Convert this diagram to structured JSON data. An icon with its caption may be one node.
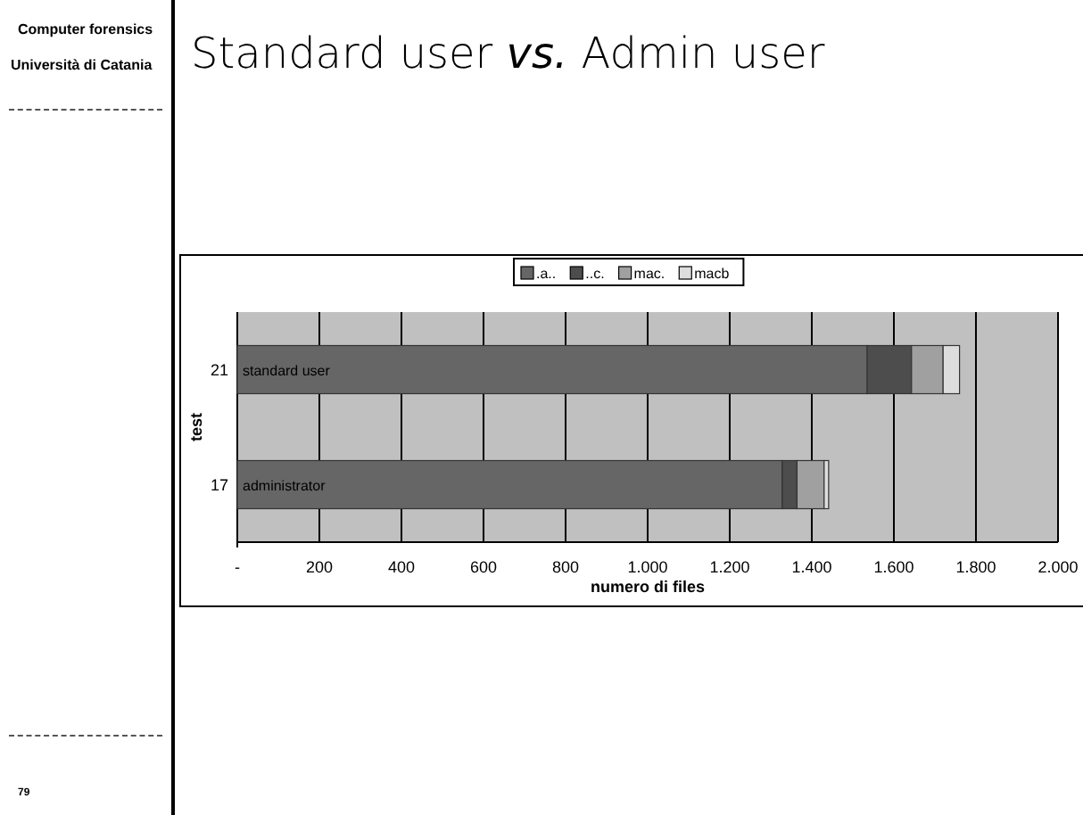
{
  "diagram": {
    "title": "Standard user *vs.* Admin user",
    "labels": [
      "Computer forensics",
      "Università di Catania",
      "79"
    ],
    "chart_data": {
      "type": "bar",
      "orientation": "horizontal",
      "stacked": true,
      "xlabel": "numero di files",
      "ylabel": "test",
      "grid": true,
      "legend": true,
      "categories": [
        "21",
        "17"
      ],
      "series": [
        {
          "name": ".a..",
          "color": "#666666",
          "values": [
            1535,
            1328
          ]
        },
        {
          "name": "..c.",
          "color": "#4d4d4d",
          "values": [
            108,
            36
          ]
        },
        {
          "name": "mac.",
          "color": "#a0a0a0",
          "values": [
            77,
            66
          ]
        },
        {
          "name": "macb",
          "color": "#dddddd",
          "values": [
            40,
            11
          ]
        }
      ],
      "xlim": [
        0,
        2000
      ],
      "xticks": [
        {
          "value": 0,
          "label": "-"
        },
        200,
        400,
        600,
        800,
        {
          "value": 1000,
          "label": "1.000"
        },
        {
          "value": 1200,
          "label": "1.200"
        },
        {
          "value": 1400,
          "label": "1.400"
        },
        {
          "value": 1600,
          "label": "1.600"
        },
        {
          "value": 1800,
          "label": "1.800"
        },
        {
          "value": 2000,
          "label": "2.000"
        }
      ],
      "annotations": [
        "standard user",
        "administrator"
      ]
    }
  }
}
